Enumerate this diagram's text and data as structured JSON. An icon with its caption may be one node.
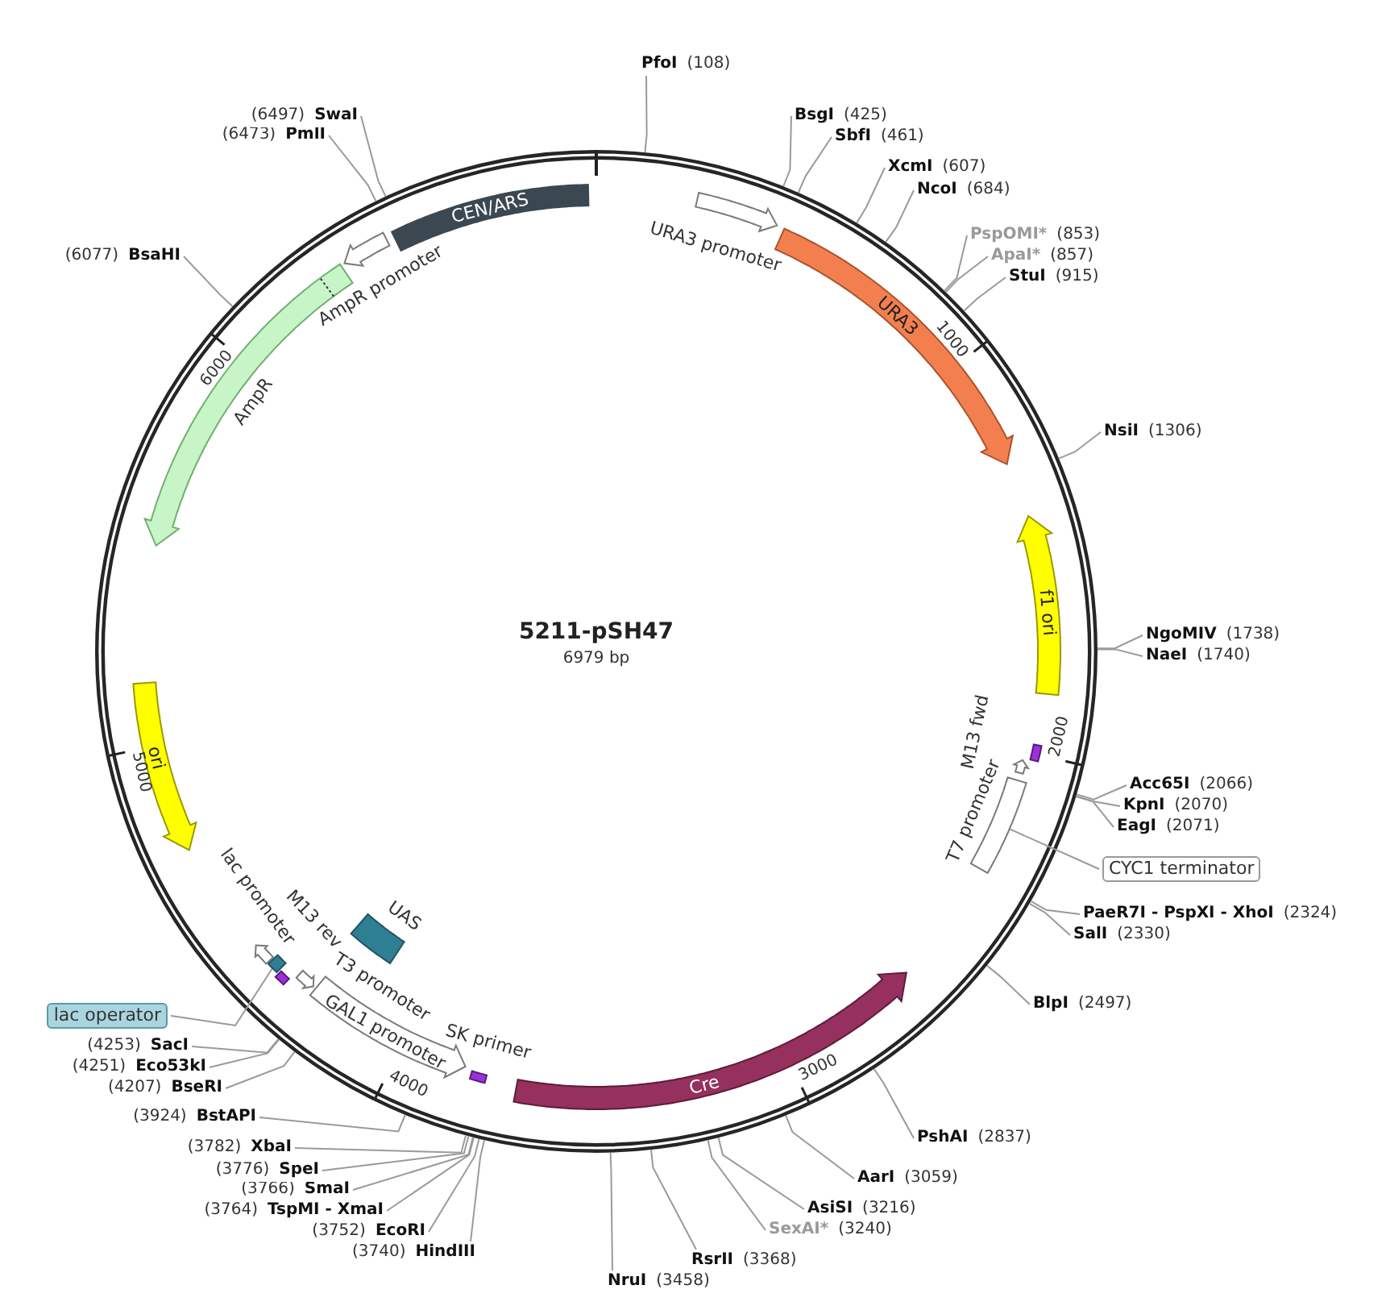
{
  "diagram": {
    "title": "5211-pSH47",
    "nodes": [
      {
        "text": [],
        "shape": "circle"
      },
      {
        "text": [
          "CEN/ARS"
        ],
        "in": 0
      },
      {
        "text": [
          "URA3 promoter"
        ],
        "in": 0
      },
      {
        "text": [
          "URA3"
        ],
        "in": 0
      },
      {
        "text": [
          "f1 ori"
        ],
        "in": 0
      },
      {
        "text": [
          "M13 fwd"
        ],
        "in": 0
      },
      {
        "text": [
          "T7 promoter"
        ],
        "in": 0
      },
      {
        "text": [],
        "shape": "box",
        "in": 0
      },
      {
        "text": [
          "Cre"
        ],
        "in": 0
      },
      {
        "text": [
          "SK primer"
        ],
        "in": 0
      },
      {
        "text": [
          "GAL1 promoter"
        ],
        "in": 0
      },
      {
        "text": [
          "UAS"
        ],
        "in": 0
      },
      {
        "text": [
          "T3 promoter"
        ],
        "in": 0
      },
      {
        "text": [
          "M13 rev"
        ],
        "in": 0
      },
      {
        "text": [],
        "shape": "box",
        "in": 0
      },
      {
        "text": [
          "lac promoter"
        ],
        "in": 0
      },
      {
        "text": [
          "ori"
        ],
        "in": 0
      },
      {
        "text": [
          "AmpR"
        ],
        "in": 0
      },
      {
        "text": [
          "AmpR promoter"
        ],
        "in": 0
      },
      {
        "text": [
          "CYC1 terminator"
        ]
      },
      {
        "text": [
          "lac operator"
        ]
      },
      {
        "text": [
          "PfoI",
          "(108)"
        ]
      },
      {
        "text": [
          "BsgI",
          "(425)"
        ]
      },
      {
        "text": [
          "SbfI",
          "(461)"
        ]
      },
      {
        "text": [
          "XcmI",
          "(607)"
        ]
      },
      {
        "text": [
          "NcoI",
          "(684)"
        ]
      },
      {
        "text": [
          "PspOMI*",
          "(853)"
        ]
      },
      {
        "text": [
          "ApaI*",
          "(857)"
        ]
      },
      {
        "text": [
          "StuI",
          "(915)"
        ]
      },
      {
        "text": [
          "NsiI",
          "(1306)"
        ]
      },
      {
        "text": [
          "NgoMIV",
          "(1738)"
        ]
      },
      {
        "text": [
          "NaeI",
          "(1740)"
        ]
      },
      {
        "text": [
          "Acc65I",
          "(2066)"
        ]
      },
      {
        "text": [
          "KpnI",
          "(2070)"
        ]
      },
      {
        "text": [
          "EagI",
          "(2071)"
        ]
      },
      {
        "text": [
          "PaeR7I - PspXI - XhoI",
          "(2324)"
        ]
      },
      {
        "text": [
          "SalI",
          "(2330)"
        ]
      },
      {
        "text": [
          "BlpI",
          "(2497)"
        ]
      },
      {
        "text": [
          "PshAI",
          "(2837)"
        ]
      },
      {
        "text": [
          "AarI",
          "(3059)"
        ]
      },
      {
        "text": [
          "AsiSI",
          "(3216)"
        ]
      },
      {
        "text": [
          "SexAI*",
          "(3240)"
        ]
      },
      {
        "text": [
          "RsrII",
          "(3368)"
        ]
      },
      {
        "text": [
          "NruI",
          "(3458)"
        ]
      },
      {
        "text": [
          "(3740)",
          "HindIII"
        ]
      },
      {
        "text": [
          "(3752)",
          "EcoRI"
        ]
      },
      {
        "text": [
          "(3764)",
          "TspMI - XmaI"
        ]
      },
      {
        "text": [
          "(3766)",
          "SmaI"
        ]
      },
      {
        "text": [
          "(3776)",
          "SpeI"
        ]
      },
      {
        "text": [
          "(3782)",
          "XbaI"
        ]
      },
      {
        "text": [
          "(3924)",
          "BstAPI"
        ]
      },
      {
        "text": [
          "(4207)",
          "BseRI"
        ]
      },
      {
        "text": [
          "(4251)",
          "Eco53kI"
        ]
      },
      {
        "text": [
          "(4253)",
          "SacI"
        ]
      },
      {
        "text": [
          "(6077)",
          "BsaHI"
        ]
      },
      {
        "text": [
          "(6473)",
          "PmlI"
        ]
      },
      {
        "text": [
          "(6497)",
          "SwaI"
        ]
      }
    ],
    "edges": [
      {
        "from": 19,
        "to": 7,
        "arrow": "none"
      },
      {
        "from": 20,
        "to": 14,
        "arrow": "none"
      },
      {
        "from": 21,
        "to": 0,
        "arrow": "none"
      },
      {
        "from": 22,
        "to": 0,
        "arrow": "none"
      },
      {
        "from": 23,
        "to": 0,
        "arrow": "none"
      },
      {
        "from": 24,
        "to": 0,
        "arrow": "none"
      },
      {
        "from": 25,
        "to": 0,
        "arrow": "none"
      },
      {
        "from": 26,
        "to": 0,
        "arrow": "none"
      },
      {
        "from": 27,
        "to": 0,
        "arrow": "none"
      },
      {
        "from": 28,
        "to": 0,
        "arrow": "none"
      },
      {
        "from": 29,
        "to": 0,
        "arrow": "none"
      },
      {
        "from": 30,
        "to": 0,
        "arrow": "none"
      },
      {
        "from": 31,
        "to": 0,
        "arrow": "none"
      },
      {
        "from": 32,
        "to": 0,
        "arrow": "none"
      },
      {
        "from": 33,
        "to": 0,
        "arrow": "none"
      },
      {
        "from": 34,
        "to": 0,
        "arrow": "none"
      },
      {
        "from": 35,
        "to": 0,
        "arrow": "none"
      },
      {
        "from": 36,
        "to": 0,
        "arrow": "none"
      },
      {
        "from": 37,
        "to": 0,
        "arrow": "none"
      },
      {
        "from": 38,
        "to": 0,
        "arrow": "none"
      },
      {
        "from": 39,
        "to": 0,
        "arrow": "none"
      },
      {
        "from": 40,
        "to": 0,
        "arrow": "none"
      },
      {
        "from": 41,
        "to": 0,
        "arrow": "none"
      },
      {
        "from": 42,
        "to": 0,
        "arrow": "none"
      },
      {
        "from": 43,
        "to": 0,
        "arrow": "none"
      },
      {
        "from": 44,
        "to": 0,
        "arrow": "none"
      },
      {
        "from": 45,
        "to": 0,
        "arrow": "none"
      },
      {
        "from": 46,
        "to": 0,
        "arrow": "none"
      },
      {
        "from": 47,
        "to": 0,
        "arrow": "none"
      },
      {
        "from": 48,
        "to": 0,
        "arrow": "none"
      },
      {
        "from": 49,
        "to": 0,
        "arrow": "none"
      },
      {
        "from": 50,
        "to": 0,
        "arrow": "none"
      },
      {
        "from": 51,
        "to": 0,
        "arrow": "none"
      },
      {
        "from": 52,
        "to": 0,
        "arrow": "none"
      },
      {
        "from": 53,
        "to": 0,
        "arrow": "none"
      },
      {
        "from": 54,
        "to": 0,
        "arrow": "none"
      },
      {
        "from": 55,
        "to": 0,
        "arrow": "none"
      },
      {
        "from": 56,
        "to": 0,
        "arrow": "none"
      }
    ],
    "labels": [
      "6979 bp",
      "1000",
      "2000",
      "3000",
      "4000",
      "5000",
      "6000"
    ]
  }
}
